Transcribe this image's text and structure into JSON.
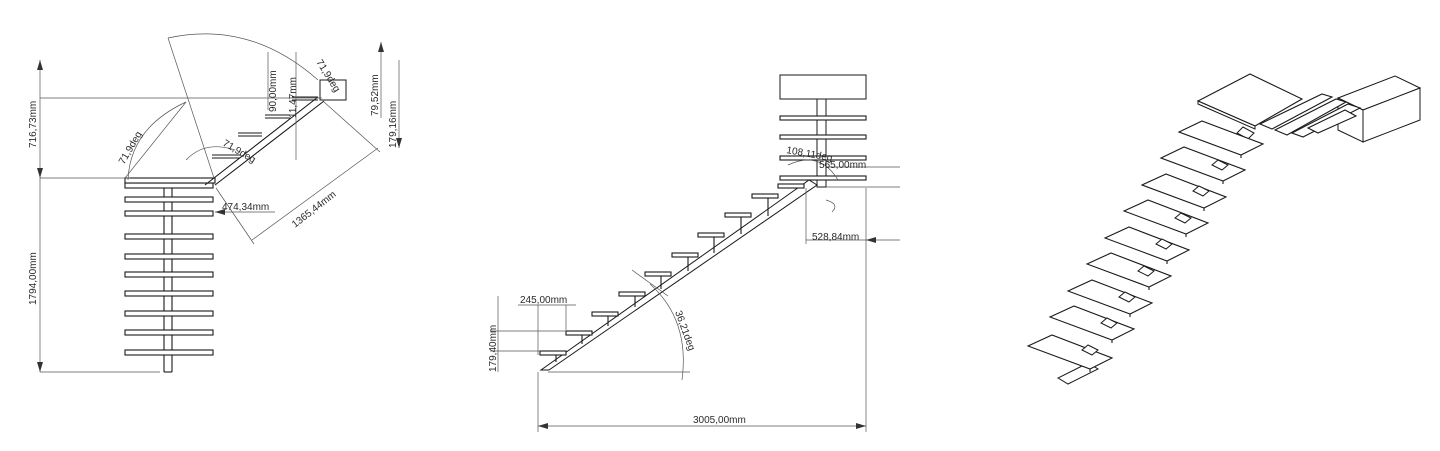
{
  "views": {
    "top": {
      "dims": {
        "upper_length": "716,73mm",
        "lower_length": "1794,00mm",
        "turn_angle": "71,9deg",
        "step_angle_a": "71,9deg",
        "step_angle_b": "71,9deg",
        "top_angle": "90,00mm",
        "small_offset": "11,47mm",
        "right_a": "79,52mm",
        "right_b": "179,16mm",
        "stringer_length": "1365,44mm",
        "landing_width": "474,34mm"
      }
    },
    "side": {
      "dims": {
        "tread_depth": "245,00mm",
        "riser_height": "179,40mm",
        "pitch_angle": "36,21deg",
        "total_run": "3005,00mm",
        "upper_angle": "108,11deg",
        "upper_offset": "565,00mm",
        "upper_run": "528,84mm"
      }
    },
    "iso": {}
  }
}
